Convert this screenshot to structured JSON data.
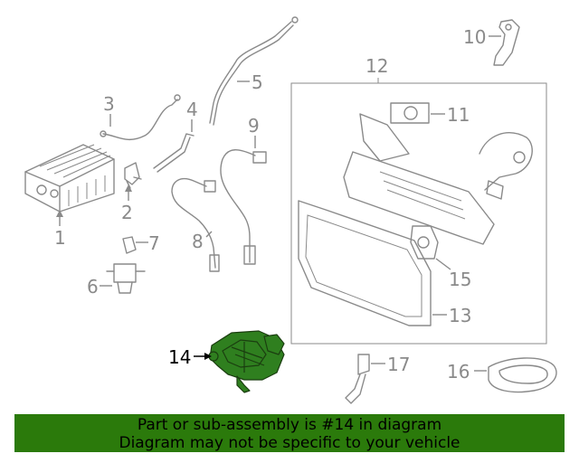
{
  "diagram": {
    "callouts": [
      {
        "id": "1",
        "label": "1"
      },
      {
        "id": "2",
        "label": "2"
      },
      {
        "id": "3",
        "label": "3"
      },
      {
        "id": "4",
        "label": "4"
      },
      {
        "id": "5",
        "label": "5"
      },
      {
        "id": "6",
        "label": "6"
      },
      {
        "id": "7",
        "label": "7"
      },
      {
        "id": "8",
        "label": "8"
      },
      {
        "id": "9",
        "label": "9"
      },
      {
        "id": "10",
        "label": "10"
      },
      {
        "id": "11",
        "label": "11"
      },
      {
        "id": "12",
        "label": "12"
      },
      {
        "id": "13",
        "label": "13"
      },
      {
        "id": "14",
        "label": "14"
      },
      {
        "id": "15",
        "label": "15"
      },
      {
        "id": "16",
        "label": "16"
      },
      {
        "id": "17",
        "label": "17"
      }
    ],
    "highlighted_part": "14",
    "colors": {
      "line_art": "#8a8a8a",
      "highlight_fill": "#2f7f1f",
      "banner_background": "#2b7a0b"
    }
  },
  "banner": {
    "line1": "Part or sub-assembly is #14 in diagram",
    "line2": "Diagram may not be specific to your vehicle"
  }
}
